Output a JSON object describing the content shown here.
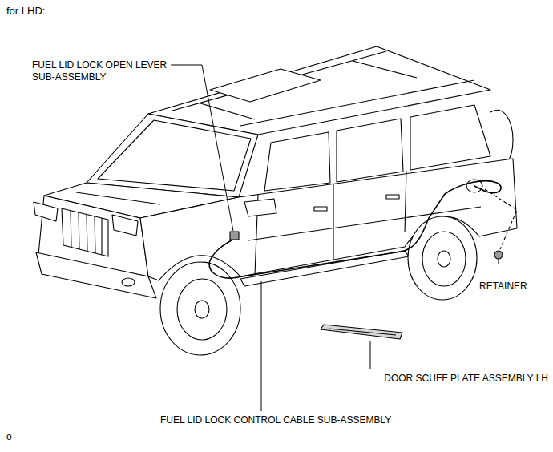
{
  "diagram": {
    "title": "for LHD:",
    "labels": [
      "FUEL LID LOCK OPEN LEVER SUB-ASSEMBLY",
      "RETAINER",
      "DOOR SCUFF PLATE ASSEMBLY LH",
      "FUEL LID LOCK CONTROL CABLE SUB-ASSEMBLY",
      "o"
    ]
  }
}
